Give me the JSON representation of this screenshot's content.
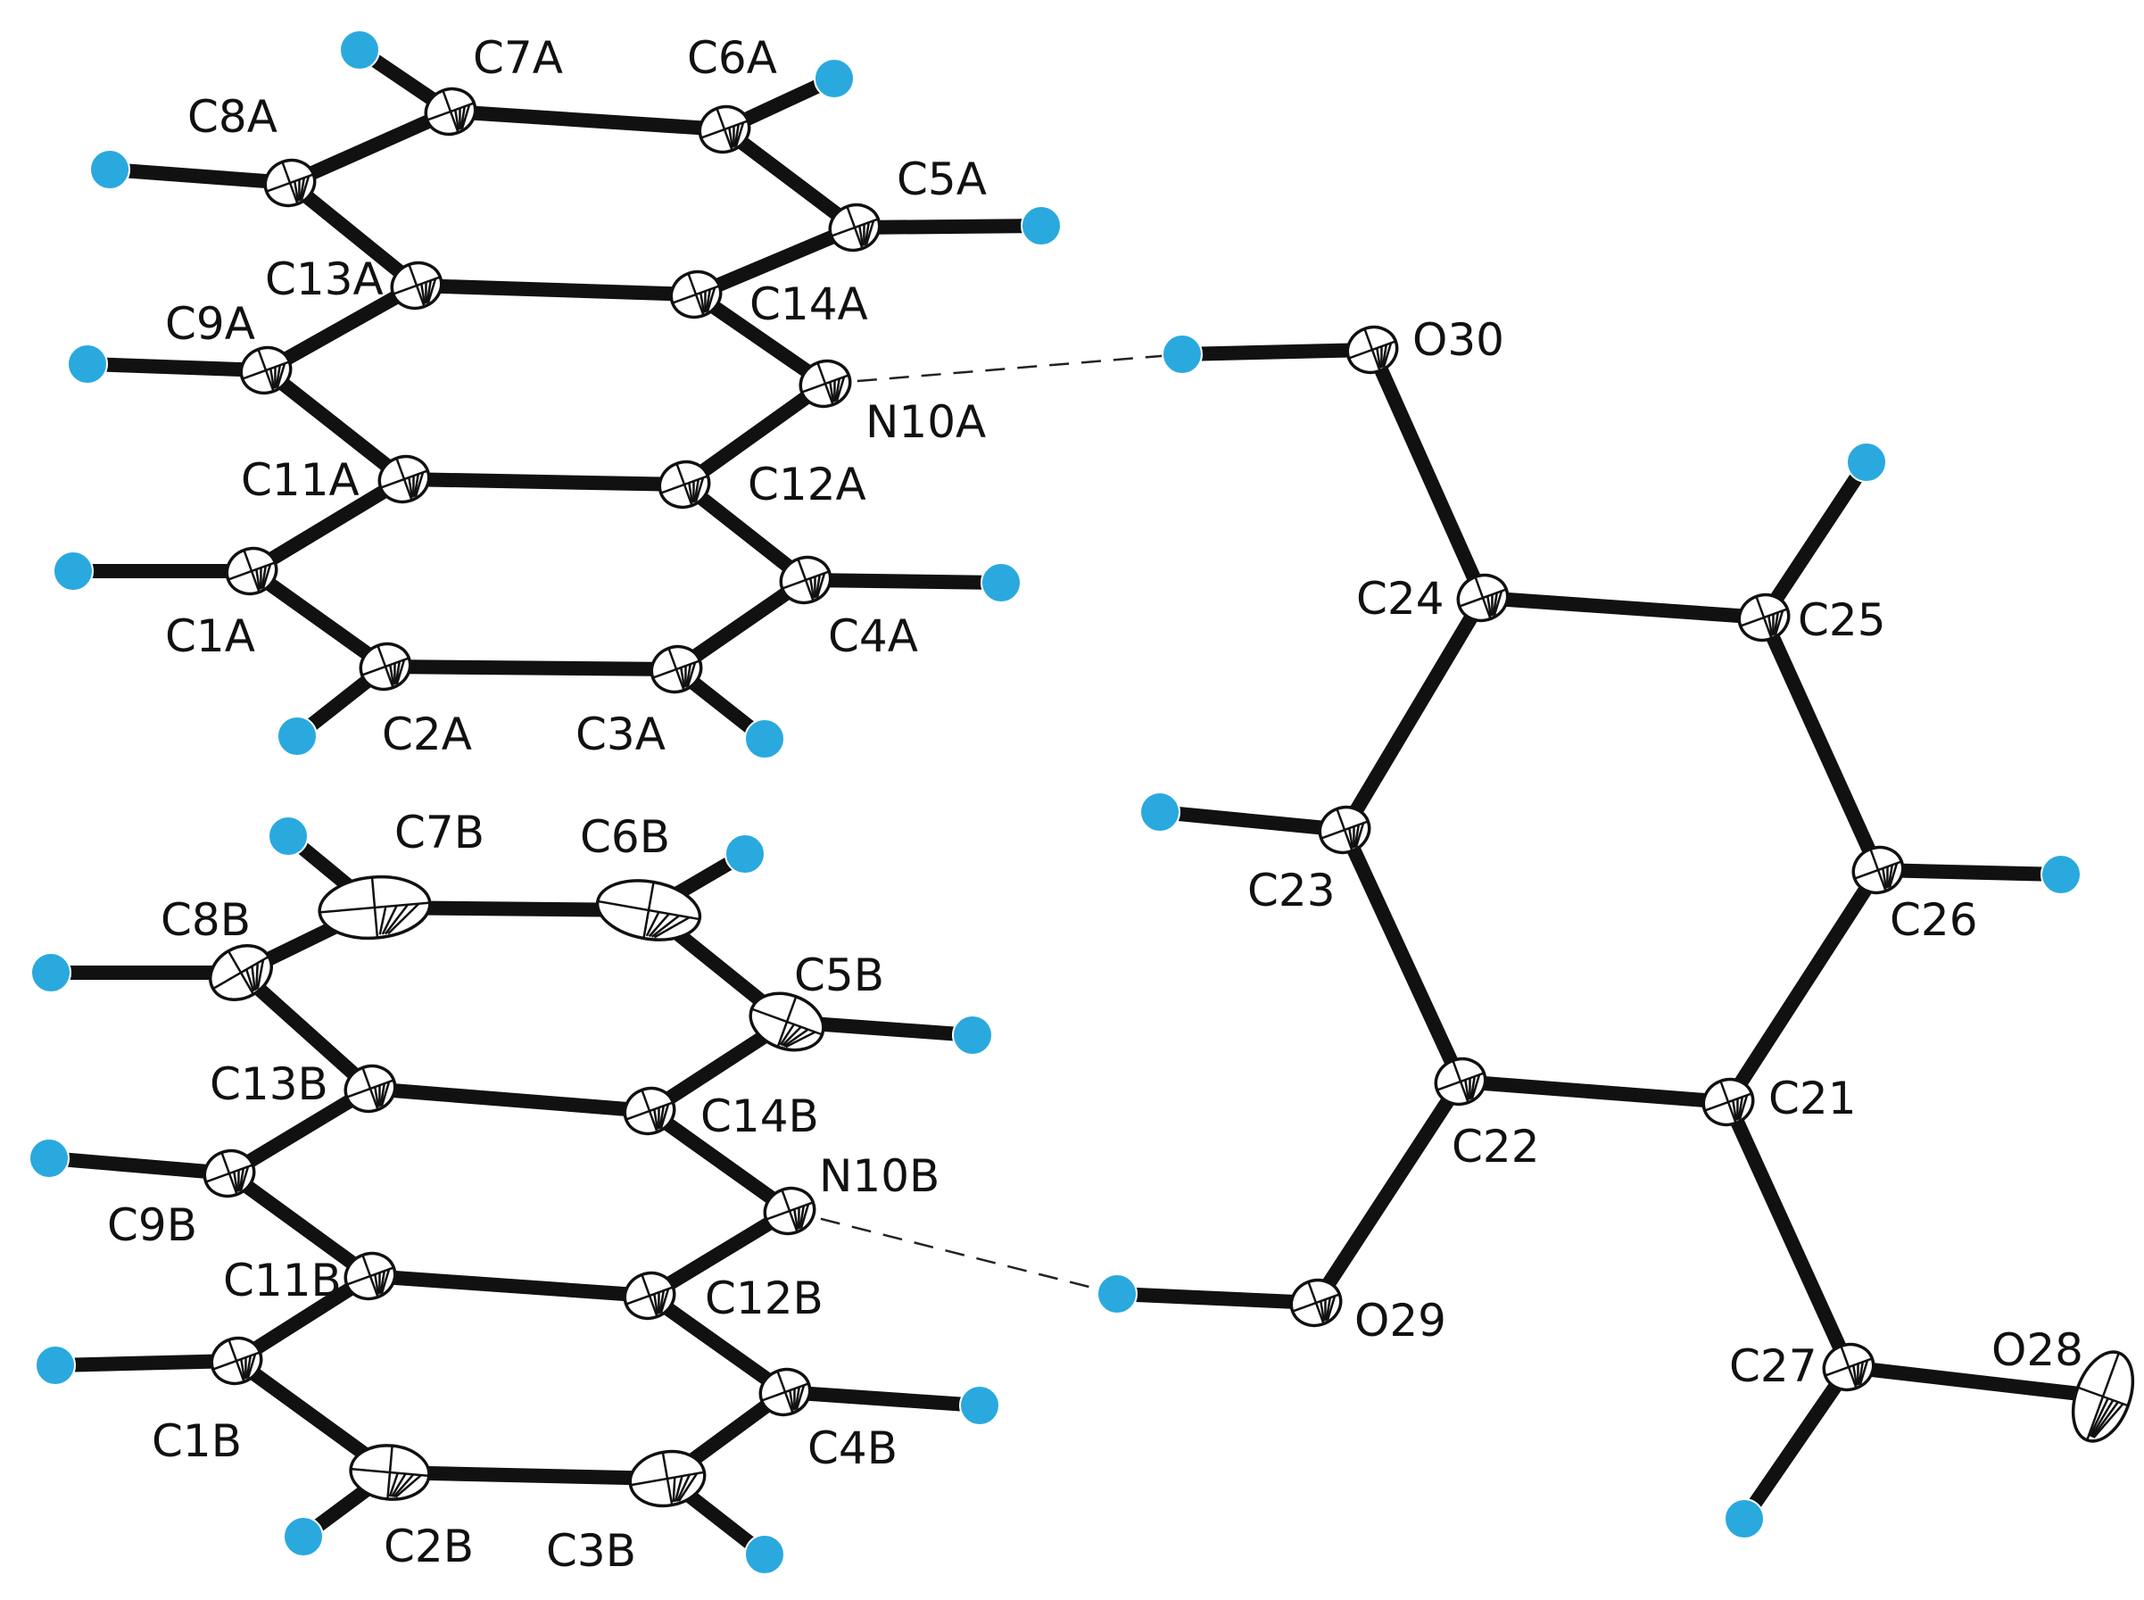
{
  "colors": {
    "carbon": "#ffffff",
    "nitrogen": "#4a2a7a",
    "oxygen": "#e0202a",
    "hydrogen": "#2aa9df",
    "bond": "#111111"
  },
  "labels": {
    "C1A": "C1A",
    "C2A": "C2A",
    "C3A": "C3A",
    "C4A": "C4A",
    "C5A": "C5A",
    "C6A": "C6A",
    "C7A": "C7A",
    "C8A": "C8A",
    "C9A": "C9A",
    "N10A": "N10A",
    "C11A": "C11A",
    "C12A": "C12A",
    "C13A": "C13A",
    "C14A": "C14A",
    "C1B": "C1B",
    "C2B": "C2B",
    "C3B": "C3B",
    "C4B": "C4B",
    "C5B": "C5B",
    "C6B": "C6B",
    "C7B": "C7B",
    "C8B": "C8B",
    "C9B": "C9B",
    "N10B": "N10B",
    "C11B": "C11B",
    "C12B": "C12B",
    "C13B": "C13B",
    "C14B": "C14B",
    "C21": "C21",
    "C22": "C22",
    "C23": "C23",
    "C24": "C24",
    "C25": "C25",
    "C26": "C26",
    "C27": "C27",
    "O28": "O28",
    "O29": "O29",
    "O30": "O30"
  },
  "bonds": [
    [
      "C7A",
      "C6A"
    ],
    [
      "C7A",
      "C8A"
    ],
    [
      "C6A",
      "C5A"
    ],
    [
      "C8A",
      "C13A"
    ],
    [
      "C5A",
      "C14A"
    ],
    [
      "C13A",
      "C14A"
    ],
    [
      "C13A",
      "C9A"
    ],
    [
      "C14A",
      "N10A"
    ],
    [
      "C9A",
      "C11A"
    ],
    [
      "N10A",
      "C12A"
    ],
    [
      "C11A",
      "C12A"
    ],
    [
      "C11A",
      "C1A"
    ],
    [
      "C12A",
      "C4A"
    ],
    [
      "C1A",
      "C2A"
    ],
    [
      "C2A",
      "C3A"
    ],
    [
      "C3A",
      "C4A"
    ],
    [
      "C7B",
      "C6B"
    ],
    [
      "C7B",
      "C8B"
    ],
    [
      "C6B",
      "C5B"
    ],
    [
      "C8B",
      "C13B"
    ],
    [
      "C5B",
      "C14B"
    ],
    [
      "C13B",
      "C14B"
    ],
    [
      "C13B",
      "C9B"
    ],
    [
      "C14B",
      "N10B"
    ],
    [
      "C9B",
      "C11B"
    ],
    [
      "N10B",
      "C12B"
    ],
    [
      "C11B",
      "C12B"
    ],
    [
      "C11B",
      "C1B"
    ],
    [
      "C12B",
      "C4B"
    ],
    [
      "C1B",
      "C2B"
    ],
    [
      "C2B",
      "C3B"
    ],
    [
      "C3B",
      "C4B"
    ],
    [
      "C24",
      "C25"
    ],
    [
      "C24",
      "C23"
    ],
    [
      "C24",
      "O30"
    ],
    [
      "C25",
      "C26"
    ],
    [
      "C23",
      "C22"
    ],
    [
      "C26",
      "C21"
    ],
    [
      "C22",
      "C21"
    ],
    [
      "C22",
      "O29"
    ],
    [
      "C21",
      "C27"
    ],
    [
      "C27",
      "O28"
    ]
  ],
  "hydrogen_bonds": [
    [
      "N10A",
      "H30"
    ],
    [
      "N10B",
      "H29"
    ]
  ]
}
